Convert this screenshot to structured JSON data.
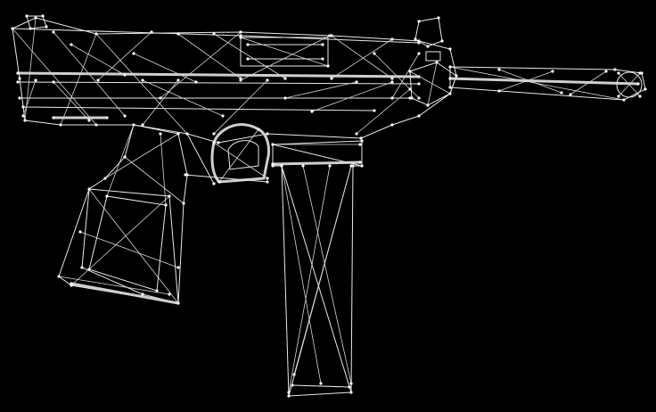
{
  "viewport": {
    "background": "#000000",
    "line_color": "#e8e8e8"
  },
  "model": {
    "render_mode": "wireframe",
    "parts": [
      "receiver",
      "barrel",
      "grip",
      "trigger-guard",
      "magazine"
    ]
  }
}
